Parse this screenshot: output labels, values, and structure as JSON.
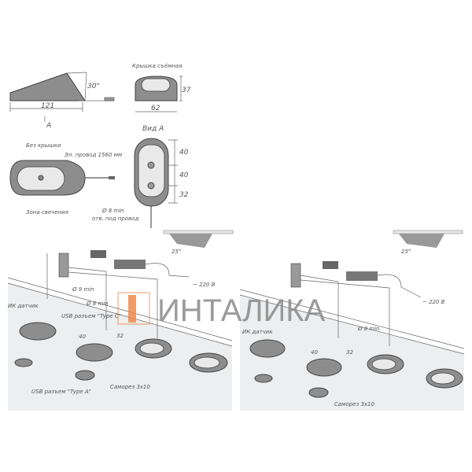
{
  "top_drawings": {
    "side_view": {
      "length": "121",
      "angle": "30°",
      "view_arrow": "A"
    },
    "front_view": {
      "cover_label": "Крышка съёмная",
      "width": "62",
      "height": "37"
    },
    "bottom_view": {
      "no_cover_label": "Без крышки",
      "wire_label": "Эл. провод 1560 мм",
      "glow_label": "Зона свечения"
    },
    "view_a": {
      "title": "Вид А",
      "dims": [
        "40",
        "40",
        "32"
      ],
      "hole_label": "Ø 8 min",
      "hole_note": "отв. под провод"
    }
  },
  "left_install": {
    "angle": "25°",
    "voltage": "~ 220 В",
    "hole_9": "Ø 9 min",
    "hole_8": "Ø 8 min",
    "ir_sensor": "ИК датчик",
    "usb_c": "USB разъем \"Type C\"",
    "usb_a": "USB разъем \"Type A\"",
    "dim_40": "40",
    "dim_32": "32",
    "screw": "Саморез 3х10"
  },
  "right_install": {
    "angle": "25°",
    "voltage": "~ 220 В",
    "hole_8": "Ø 8 min",
    "ir_sensor": "ИК датчик",
    "dim_40": "40",
    "dim_32": "32",
    "screw": "Саморез 3х10"
  },
  "watermark": {
    "brand": "ИНТАЛИКА",
    "logo_color": "#f08a4b"
  }
}
